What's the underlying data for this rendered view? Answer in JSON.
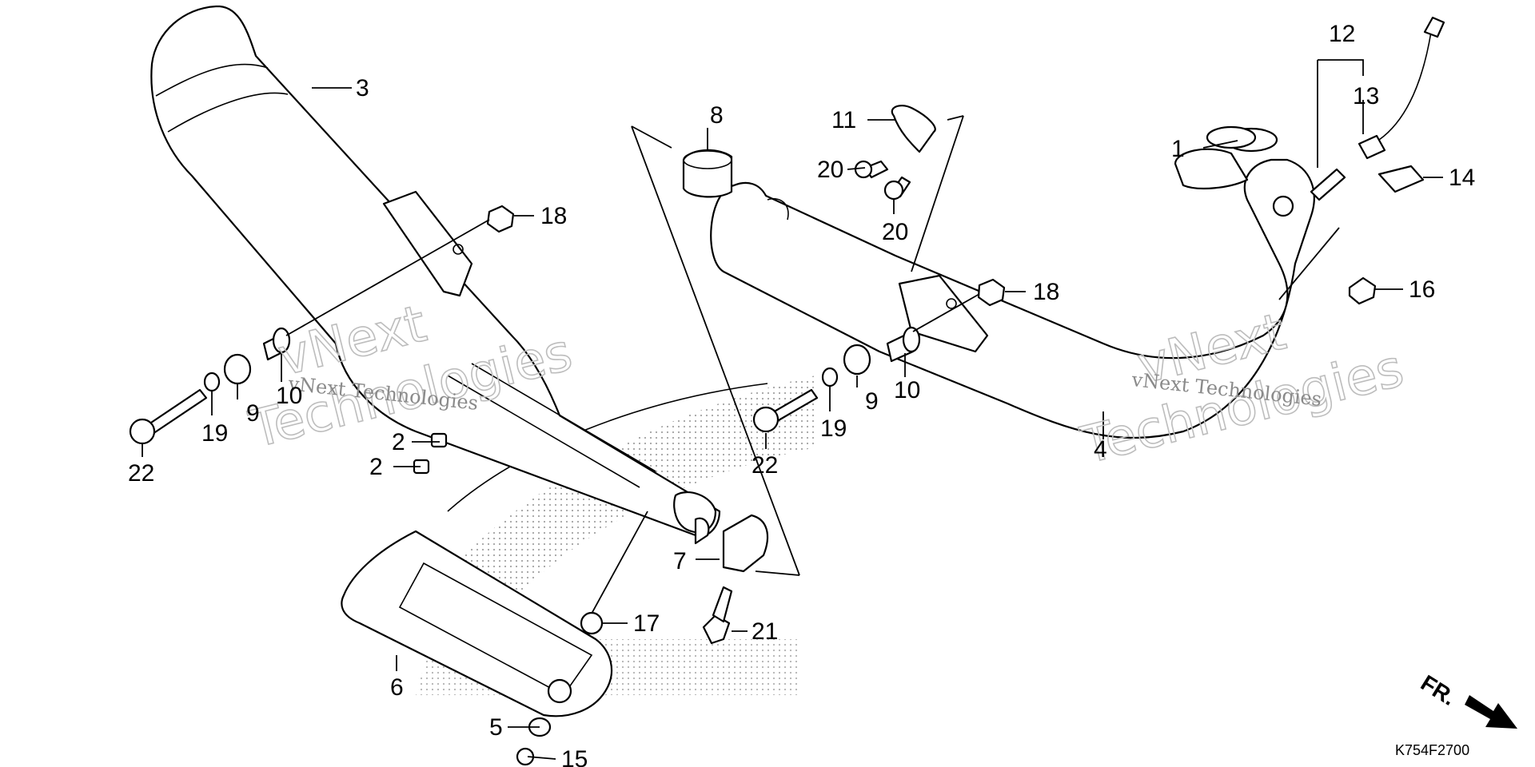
{
  "diagram": {
    "part_numbers": [
      "1",
      "2",
      "2",
      "3",
      "4",
      "5",
      "6",
      "7",
      "8",
      "9",
      "9",
      "10",
      "10",
      "11",
      "12",
      "13",
      "14",
      "15",
      "16",
      "17",
      "18",
      "18",
      "19",
      "19",
      "20",
      "20",
      "21",
      "22",
      "22"
    ],
    "watermark": {
      "brand": "vNext",
      "word": "Technologies",
      "line": "vNext Technologies"
    },
    "figure_code": "K754F2700",
    "direction_label": "FR."
  }
}
